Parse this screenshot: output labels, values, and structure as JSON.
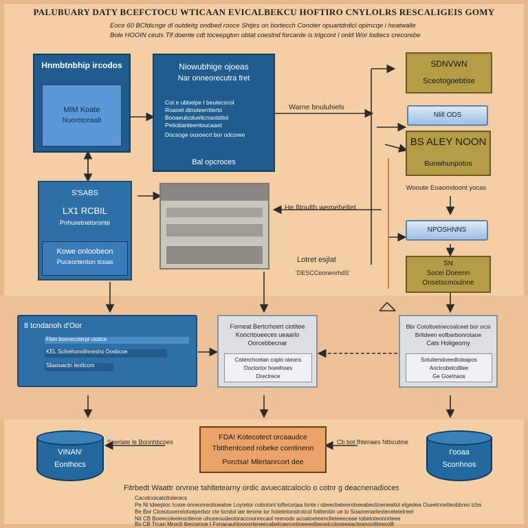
{
  "header": {
    "title": "PALUBUARY DATY BCEFCTOCU WTICAAN EVICALBEKCU HOFTIRO CNYLOLRS RESCALIGEIS GOMY",
    "line1": "Eoce 60 BCfdicnge dl outdeitg ondbed rooce Shtjes on bortecch Conoter opuartdrdicl opimcqe i heatwalle",
    "line2": "Bole HOOIN ceuts Tlf doente cdt toceepgton obtat coestnd forcarde is trlgcont I onld Wor lodiecs crecorebe"
  },
  "left_column": {
    "box1": {
      "title": "Hnmbtnbhip ircodos",
      "subtitle": "Neotriobig coulelas",
      "inner_line1": "MIM Koate",
      "inner_line2": "Nuoretceaalt"
    },
    "box2": {
      "line1": "S'SABS",
      "line2": "LX1 RCBIL",
      "line3": "Pnhuretnetoronte",
      "inner_line1": "Kowe onloobeon",
      "inner_line2": "Puceortenton tcoas"
    },
    "box3": {
      "title": "8 tcndanoh d'Oor",
      "rows": [
        "Fbm boorecoterpt ciotice",
        "KEL Sclnehonolinnesho Dosbcoe",
        "Sbaouactn leottcom"
      ]
    }
  },
  "center_column": {
    "box1": {
      "title": "Niowubhige ojoeas",
      "line2": "Nar onneorecutra fret",
      "body": [
        "Cot e ubbelpe I beutecscol",
        "Roaoet dtnoteerrtterto",
        "Booaeulcolueltcnaotsttol",
        "Petiobanteentoucaaet",
        "Docsoge oosoecrt bor odcoree"
      ],
      "footer": "Bal opcroces"
    },
    "panel1": {
      "title": "Forneat Bertcrhoert ciotitee",
      "line2": "Koocrtoueeces ueaarlo",
      "line3": "Oorcebbecnar",
      "inner_line1": "Cotenchcetan coplo oteons",
      "inner_line2": "Doctortor hoeehoes",
      "inner_line3": "Drectrece"
    }
  },
  "right_column": {
    "gold1": {
      "line1": "SDNVWN",
      "line2": "Sceotogoebtise"
    },
    "pill1": "Nlill ODS",
    "gold2": {
      "line1": "BS ALEY NOON",
      "line2": "Bunwhunpotos"
    },
    "note1": "Wooute Eoaomdoont yocas",
    "pill2": "NPOSHNNS",
    "gold3": {
      "line1": "SN",
      "line2": "Socei Doeenn",
      "line3": "Onsetscmoulnne"
    },
    "panel2": {
      "title": "Bbr Cotoltoetnecoalceet bor ocsi",
      "line2": "Brltdeen eofbarbonrotaoe",
      "line3": "Cats Holigeomy",
      "inner_line1": "Sotuitendoeedtoleapos",
      "inner_line2": "Aoclcobetcdltee",
      "inner_line3": "Ge Goetnaos"
    }
  },
  "arrow_labels": {
    "a1": "Warne bnuluhiels",
    "a2": "He fitnulth wemeheltet",
    "a3": "Lotret esjlat",
    "a4": "'DESCCeonenrhdS'",
    "a5": "Snerlate le Bonnhbcoes",
    "a6": "Cb bot fhtenaes Ntbcutine"
  },
  "bottom": {
    "cyl_left": {
      "line1": "VINAN'",
      "line2": "Eonthocs"
    },
    "cyl_right": {
      "line1": "I'ooaa",
      "line2": "Sconhnos"
    },
    "orange": {
      "line1": "FDA! Kotecotect orcaaudce",
      "line2": "Tbtthentcoed robeke comtinenn",
      "line3": "Porctsa! Mlertanrcort dee"
    },
    "footer_title": "Fitrbedt Waattr orvnne tahltetearny ordic avuecatcaloclo o cotnr g deacnenadioces",
    "footer_lines": [
      "Cacotcoicatcttolerecs",
      "Pe Ni tdeeptoc lcooe onreonreotioeatoe Loyretor cobotonl loftecorjaa lonte i obeecbeteerobeeabectioenealtol elgedea Oueetnnetleobbreo tcbs",
      "Be Bor Ciceotuoerelotoeperbor cte bcrdol iae terone lor hotetetonstrotcol fotltentiin ue lo Soaorenarleoteceletetreel",
      "Nit CB Boeecoleeleoctleroe uhceeoudeotoraccoonrecaol reenodo acoatoeteenclleteeeceae tobetoteonnrteee",
      "Bs CB Trcan Mroctt tbecomoe t Fonacauhloooorteneecabelcaercetioeeeetbeoelcclooeeeacteanoottteecollt"
    ]
  },
  "colors": {
    "background": "#f2c9a0",
    "blue": "#1f5c8f",
    "gold": "#b59d47",
    "orange": "#e9a267"
  }
}
